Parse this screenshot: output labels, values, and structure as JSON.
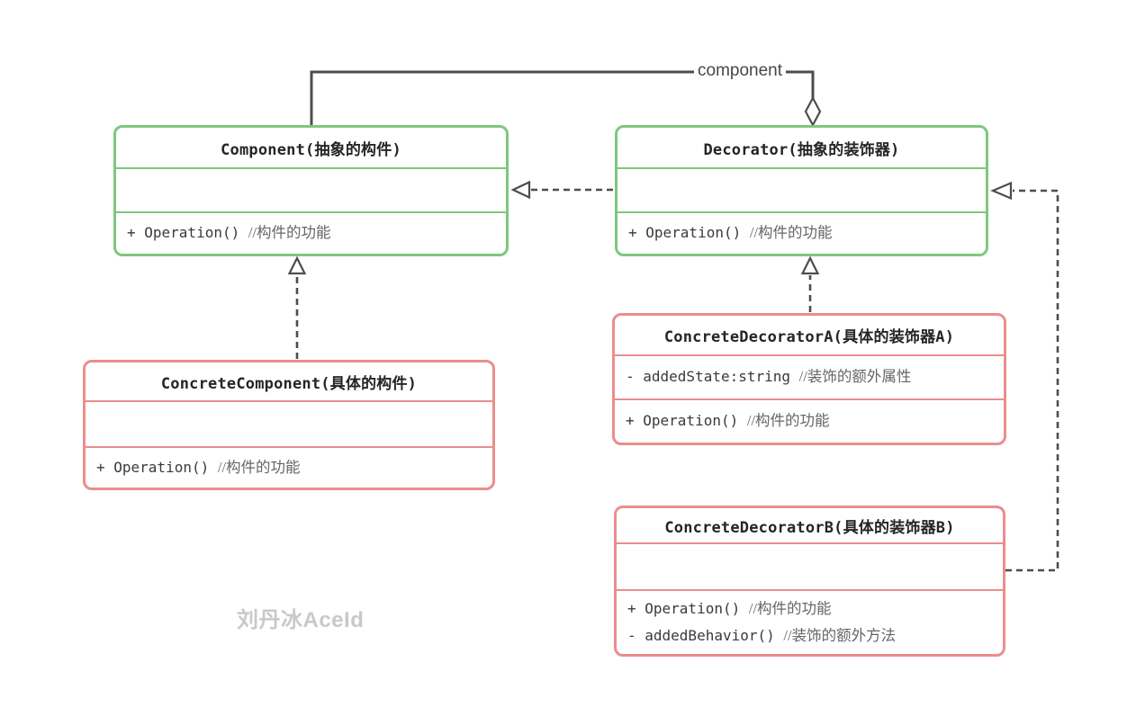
{
  "diagram": {
    "pattern_name": "decorator-pattern-uml",
    "aggregation_label": "component",
    "watermark": "刘丹冰AceId",
    "colors": {
      "abstract_class_border": "#7dc87e",
      "concrete_class_border": "#eb8d8d",
      "connector_line": "#4d4d4d",
      "title_text": "#252525",
      "code_text": "#3a3a3a",
      "comment_text": "#666666",
      "watermark_text": "#c9c9c9"
    },
    "classes": [
      {
        "id": "component",
        "stereotype": "abstract",
        "title": "Component(抽象的构件)",
        "methods": [
          {
            "code": "+ Operation()",
            "comment": "//构件的功能"
          }
        ]
      },
      {
        "id": "decorator",
        "stereotype": "abstract",
        "title": "Decorator(抽象的装饰器)",
        "methods": [
          {
            "code": "+ Operation()",
            "comment": "//构件的功能"
          }
        ]
      },
      {
        "id": "concrete-component",
        "stereotype": "concrete",
        "title": "ConcreteComponent(具体的构件)",
        "methods": [
          {
            "code": "+ Operation()",
            "comment": "//构件的功能"
          }
        ]
      },
      {
        "id": "concrete-decorator-a",
        "stereotype": "concrete",
        "title": "ConcreteDecoratorA(具体的装饰器A)",
        "attributes": [
          {
            "code": "- addedState:string",
            "comment": "//装饰的额外属性"
          }
        ],
        "methods": [
          {
            "code": "+ Operation()",
            "comment": "//构件的功能"
          }
        ]
      },
      {
        "id": "concrete-decorator-b",
        "stereotype": "concrete",
        "title": "ConcreteDecoratorB(具体的装饰器B)",
        "methods": [
          {
            "code": "+ Operation()",
            "comment": "//构件的功能"
          },
          {
            "code": "- addedBehavior()",
            "comment": "//装饰的额外方法"
          }
        ]
      }
    ]
  }
}
